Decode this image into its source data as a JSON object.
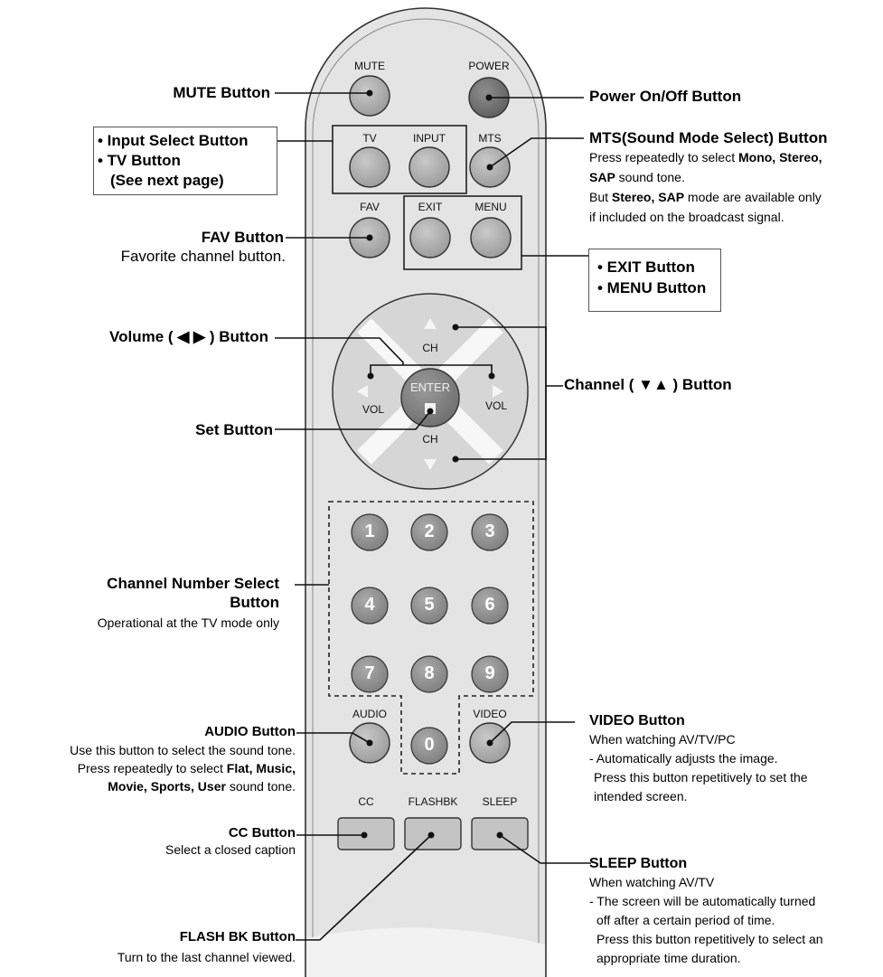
{
  "remote": {
    "key_labels": {
      "mute": "MUTE",
      "power": "POWER",
      "tv": "TV",
      "input": "INPUT",
      "mts": "MTS",
      "fav": "FAV",
      "exit": "EXIT",
      "menu": "MENU",
      "ch_up": "CH",
      "ch_down": "CH",
      "vol_left": "VOL",
      "vol_right": "VOL",
      "enter": "ENTER",
      "audio": "AUDIO",
      "video": "VIDEO",
      "cc": "CC",
      "flashbk": "FLASHBK",
      "sleep": "SLEEP"
    },
    "digits": [
      "1",
      "2",
      "3",
      "4",
      "5",
      "6",
      "7",
      "8",
      "9",
      "0"
    ]
  },
  "callouts": {
    "mute": {
      "title": "MUTE Button"
    },
    "power": {
      "title": "Power On/Off Button"
    },
    "input_tv": {
      "line1": "• Input Select Button",
      "line2": "• TV Button",
      "line3": "(See next page)"
    },
    "mts": {
      "title": "MTS(Sound Mode Select) Button",
      "l1_a": "Press repeatedly to select ",
      "l1_b": "Mono, Stereo,",
      "l2_a": "SAP",
      "l2_b": " sound tone.",
      "l3_a": "But ",
      "l3_b": "Stereo, SAP",
      "l3_c": " mode are available only",
      "l4": "if included on the broadcast signal."
    },
    "fav": {
      "title": "FAV Button",
      "desc": "Favorite channel button."
    },
    "exit_menu": {
      "line1": "• EXIT Button",
      "line2": "• MENU Button"
    },
    "volume": {
      "title": "Volume ( ◀ ▶ ) Button"
    },
    "channel": {
      "title": "Channel ( ▼▲ ) Button"
    },
    "set": {
      "title": "Set Button"
    },
    "number": {
      "title_l1": "Channel Number Select",
      "title_l2": "Button",
      "desc": "Operational at the TV mode only"
    },
    "audio": {
      "title": "AUDIO Button",
      "l1": "Use this button to select the sound tone.",
      "l2_a": "Press repeatedly to select ",
      "l2_b": "Flat, Music,",
      "l3_b": "Movie, Sports, User",
      "l3_c": " sound tone."
    },
    "video": {
      "title": "VIDEO Button",
      "l1": "When watching AV/TV/PC",
      "l2": "- Automatically adjusts the image.",
      "l3": "Press this button repetitively to set the",
      "l4": "intended screen."
    },
    "cc": {
      "title": "CC Button",
      "desc": "Select a closed caption"
    },
    "sleep": {
      "title": "SLEEP Button",
      "l1": "When watching AV/TV",
      "l2": "- The screen will be automatically turned",
      "l3": "off after a certain period of time.",
      "l4": "Press this button repetitively to select an",
      "l5": "appropriate time duration."
    },
    "flashbk": {
      "title": "FLASH BK Button",
      "desc": "Turn to the last channel viewed."
    }
  }
}
